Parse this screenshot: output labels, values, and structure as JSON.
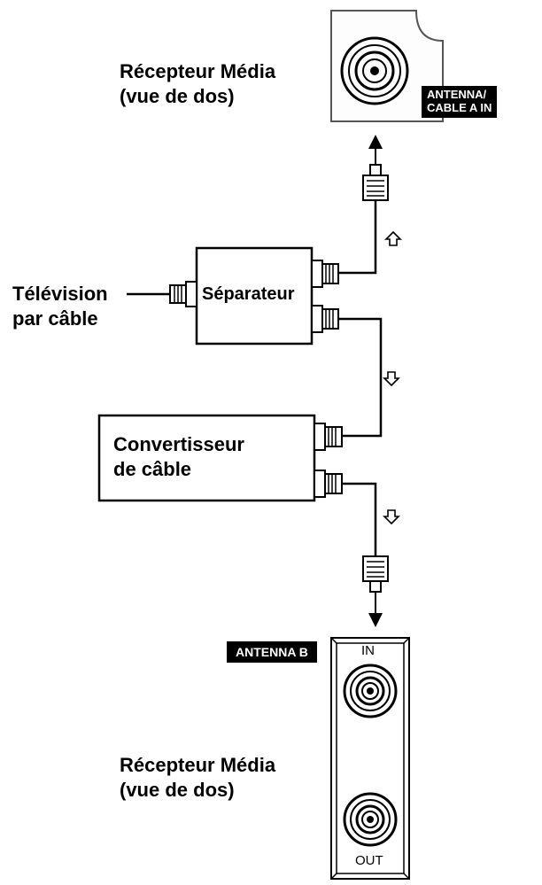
{
  "receiver_top": {
    "title_line1": "Récepteur Média",
    "title_line2": "(vue de dos)",
    "badge_line1": "ANTENNA/",
    "badge_line2": "CABLE A IN"
  },
  "source": {
    "line1": "Télévision",
    "line2": "par câble"
  },
  "splitter": {
    "label": "Séparateur"
  },
  "converter": {
    "line1": "Convertisseur",
    "line2": "de câble"
  },
  "receiver_bottom": {
    "badge": "ANTENNA B",
    "in_label": "IN",
    "out_label": "OUT",
    "title_line1": "Récepteur Média",
    "title_line2": "(vue de dos)"
  }
}
